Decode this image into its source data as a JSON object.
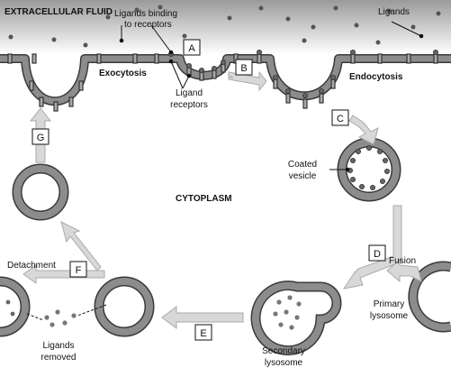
{
  "regions": {
    "extracellular": "EXTRACELLULAR FLUID",
    "cytoplasm": "CYTOPLASM"
  },
  "labels": {
    "ligands": "Ligands",
    "binding_line1": "Ligands binding",
    "binding_line2": "to receptors",
    "receptors_line1": "Ligand",
    "receptors_line2": "receptors",
    "exocytosis": "Exocytosis",
    "endocytosis": "Endocytosis",
    "coated_line1": "Coated",
    "coated_line2": "vesicle",
    "detachment": "Detachment",
    "fusion": "Fusion",
    "primary_line1": "Primary",
    "primary_line2": "lysosome",
    "secondary_line1": "Secondary",
    "secondary_line2": "lysosome",
    "removed_line1": "Ligands",
    "removed_line2": "removed"
  },
  "steps": [
    "A",
    "B",
    "C",
    "D",
    "E",
    "F",
    "G"
  ],
  "colors": {
    "extracellular_top": "#9a9a9a",
    "extracellular_bottom": "#ffffff",
    "membrane": "#8c8c8c",
    "membrane_edge": "#3a3a3a",
    "receptor": "#aaaaaa",
    "ligand": "#555555",
    "arrow": "#d8d8d8"
  }
}
